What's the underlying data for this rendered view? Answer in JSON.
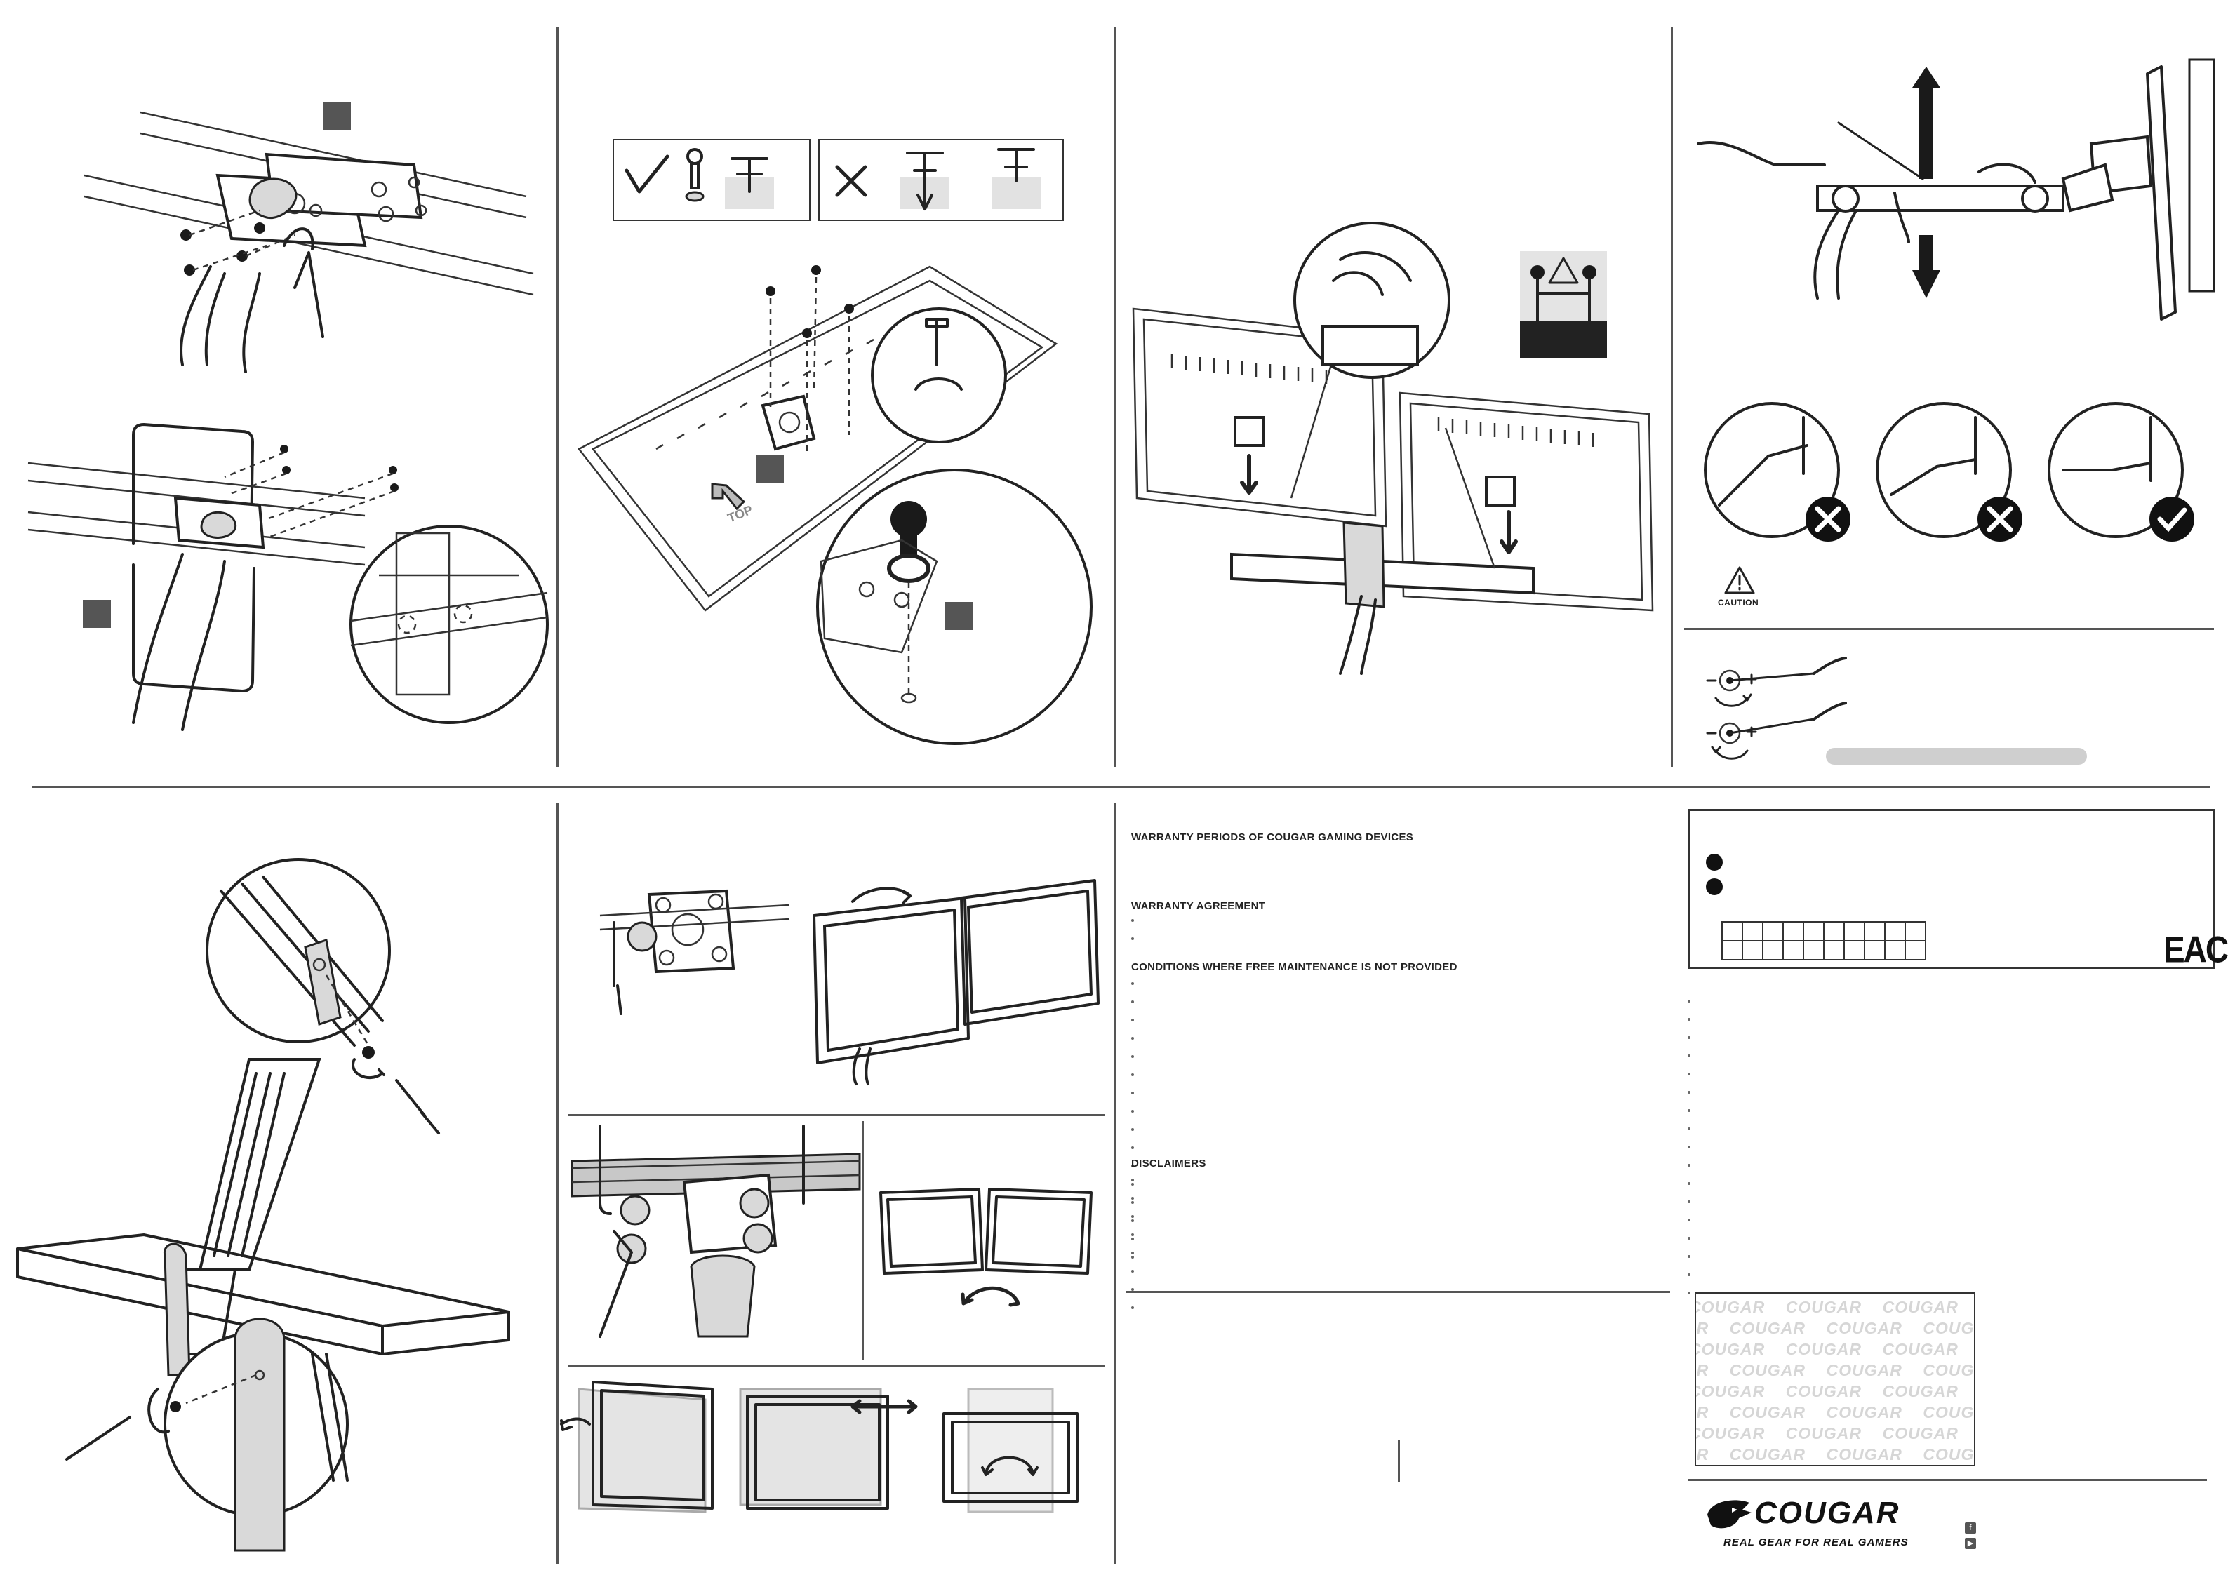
{
  "warranty": {
    "heading_periods": "WARRANTY PERIODS OF COUGAR GAMING DEVICES",
    "heading_agreement": "WARRANTY AGREEMENT",
    "heading_conditions": "CONDITIONS WHERE FREE MAINTENANCE IS NOT PROVIDED",
    "heading_disclaimers": "DISCLAIMERS"
  },
  "illustrations": {
    "top_label": "TOP",
    "caution_label": "CAUTION"
  },
  "certification": {
    "mark": "EAC"
  },
  "brand": {
    "name": "COUGAR",
    "tagline": "REAL GEAR FOR REAL GAMERS",
    "pattern_word": "COUGAR"
  },
  "icons": {
    "check": "check-icon",
    "cross": "cross-icon",
    "caution": "caution-triangle-icon",
    "logo": "cougar-head-icon",
    "social": "social-icons"
  }
}
